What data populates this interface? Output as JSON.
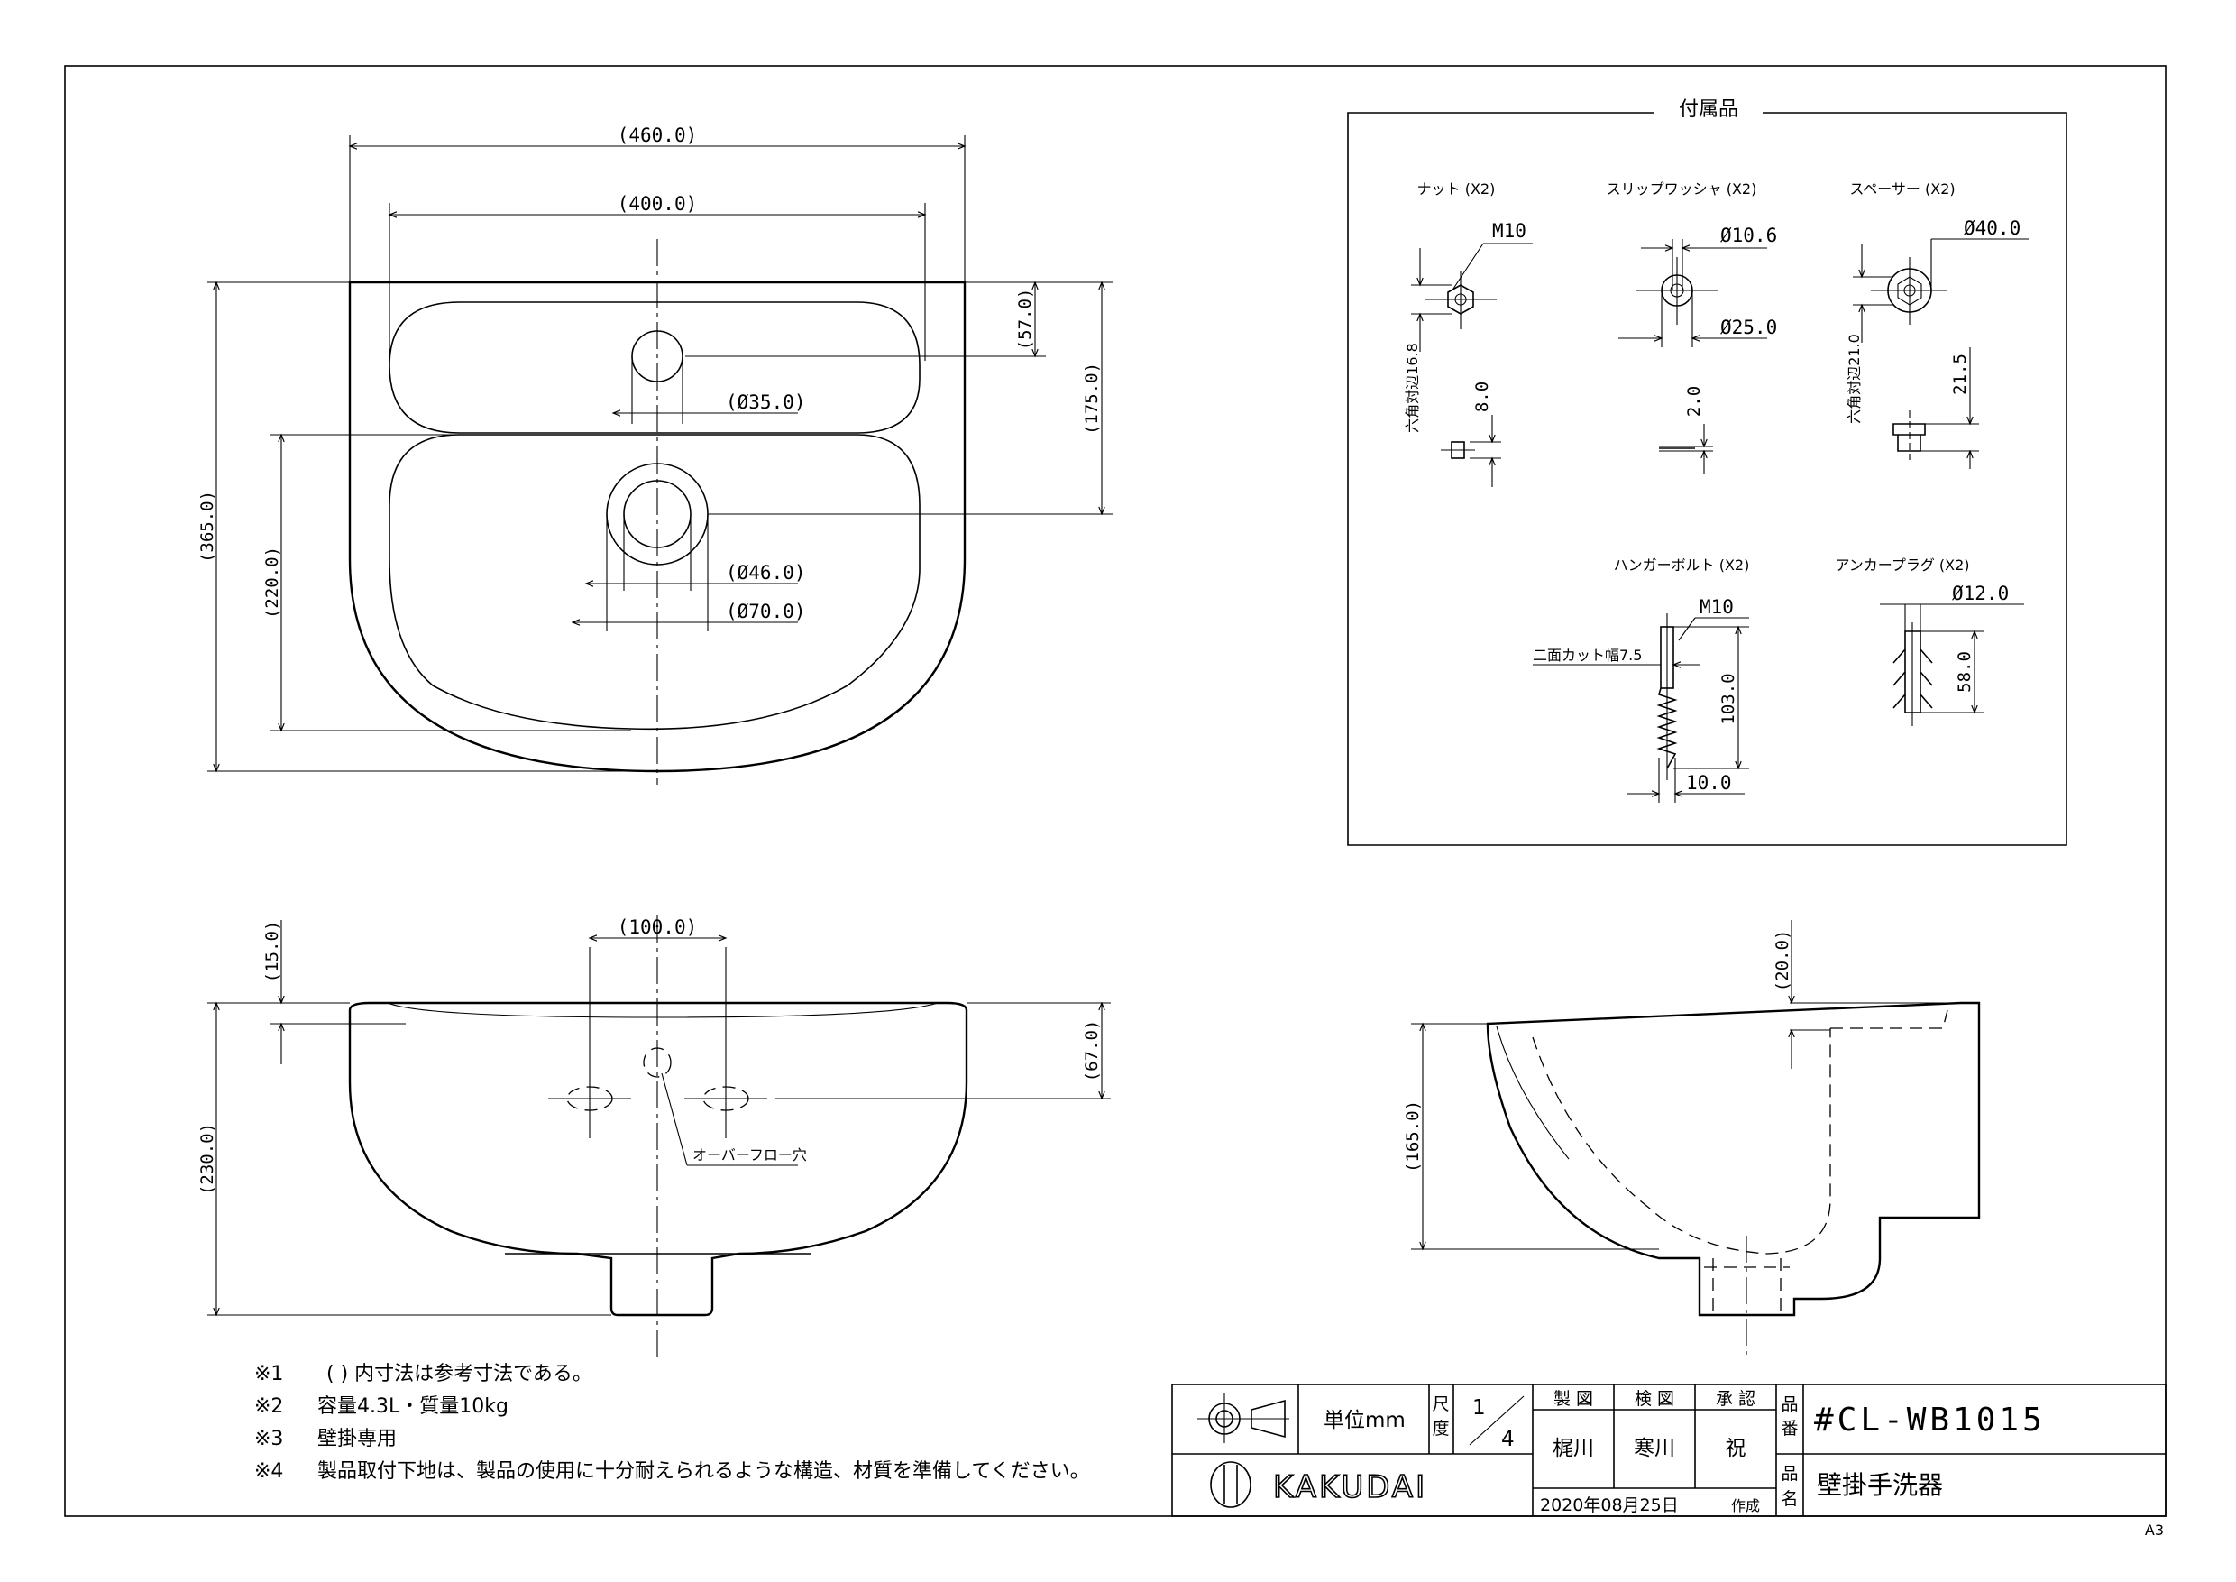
{
  "top_view": {
    "width_outer": "(460.0)",
    "width_inner": "(400.0)",
    "depth_total": "(365.0)",
    "depth_to_drain": "(175.0)",
    "depth_to_faucet": "(57.0)",
    "bowl_depth": "(220.0)",
    "faucet_hole": "(Ø35.0)",
    "drain_hole": "(Ø46.0)",
    "drain_outer": "(Ø70.0)"
  },
  "front_view": {
    "bracket_span": "(100.0)",
    "rim_height": "(15.0)",
    "total_height": "(230.0)",
    "overflow_depth": "(67.0)",
    "overflow_label": "オーバーフロー穴"
  },
  "side_view": {
    "top_offset": "(20.0)",
    "height": "(165.0)"
  },
  "accessories": {
    "title": "付属品",
    "nut": {
      "label": "ナット (X2)",
      "thread": "M10",
      "hex": "六角対辺16.8",
      "thickness": "8.0"
    },
    "washer": {
      "label": "スリップワッシャ (X2)",
      "inner": "Ø10.6",
      "outer": "Ø25.0",
      "thickness": "2.0"
    },
    "spacer": {
      "label": "スペーサー (X2)",
      "outer": "Ø40.0",
      "hex": "六角対辺21.0",
      "height": "21.5"
    },
    "hanger_bolt": {
      "label": "ハンガーボルト (X2)",
      "thread": "M10",
      "flat": "二面カット幅7.5",
      "length": "103.0",
      "width": "10.0"
    },
    "anchor_plug": {
      "label": "アンカープラグ (X2)",
      "diameter": "Ø12.0",
      "length": "58.0"
    }
  },
  "notes": [
    {
      "mark": "※1",
      "text": "(  ) 内寸法は参考寸法である。"
    },
    {
      "mark": "※2",
      "text": "容量4.3L・質量10kg"
    },
    {
      "mark": "※3",
      "text": "壁掛専用"
    },
    {
      "mark": "※4",
      "text": "製品取付下地は、製品の使用に十分耐えられるような構造、材質を準備してください。"
    }
  ],
  "title_block": {
    "unit_label": "単位mm",
    "scale_label_1": "尺",
    "scale_label_2": "度",
    "scale_num": "1",
    "scale_den": "4",
    "drawn_label": "製 図",
    "checked_label": "検 図",
    "approved_label": "承 認",
    "drawn_by": "梶川",
    "checked_by": "寒川",
    "approved_by": "祝",
    "part_no_label_1": "品",
    "part_no_label_2": "番",
    "part_no": "#CL-WB1015",
    "name_label_1": "品",
    "name_label_2": "名",
    "part_name": "壁掛手洗器",
    "brand": "KAKUDAI",
    "date": "2020年08月25日",
    "created": "作成"
  },
  "sheet_size": "A3"
}
